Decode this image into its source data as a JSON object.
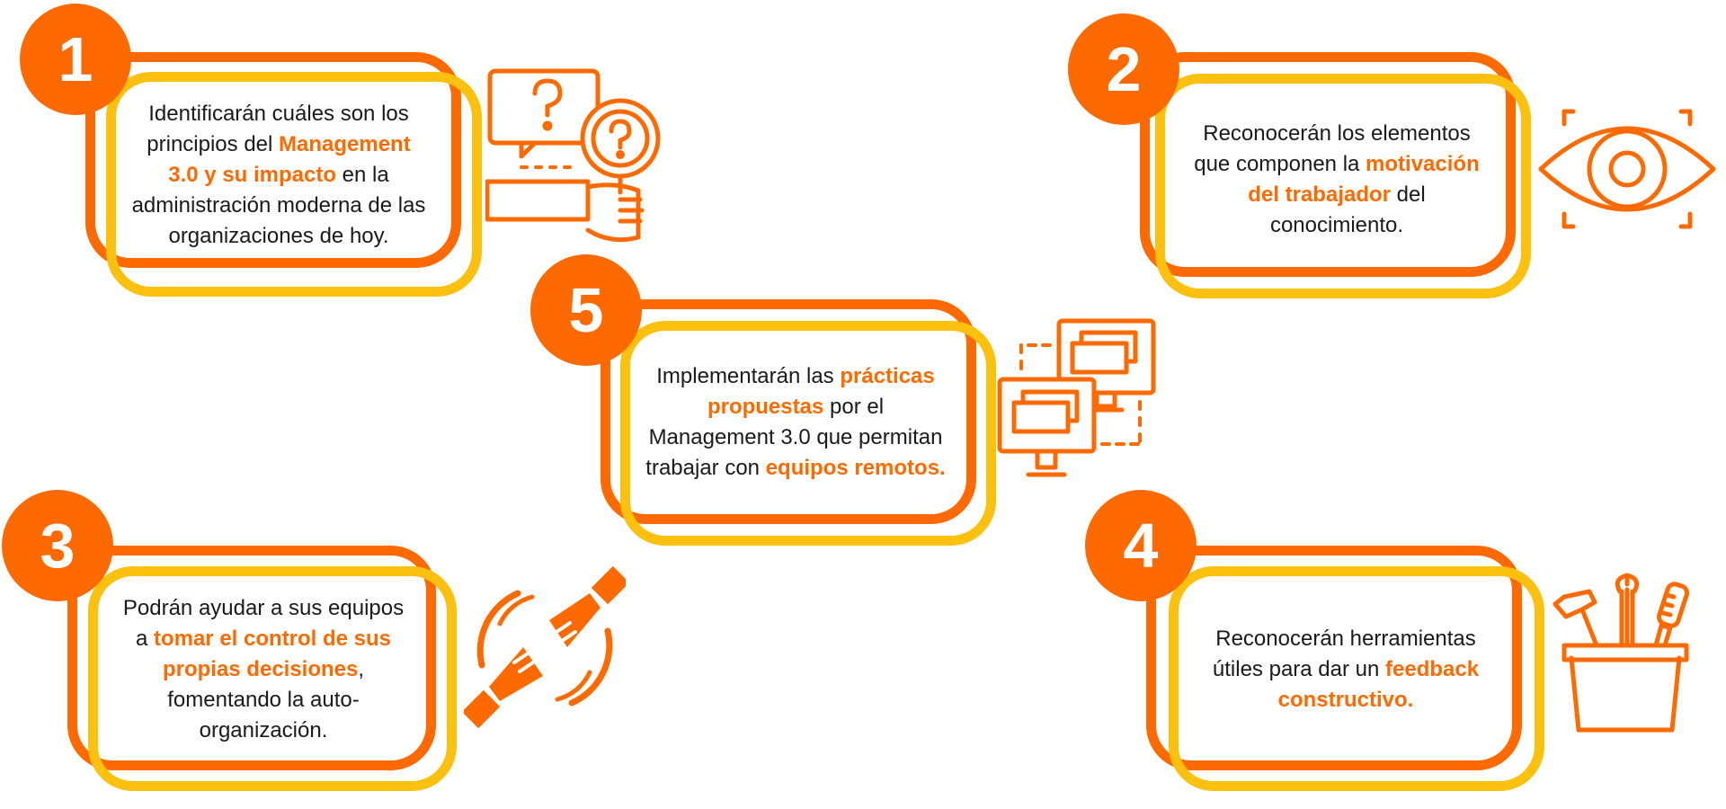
{
  "accent_color": "#ff6a00",
  "secondary_color": "#fcc10f",
  "steps": [
    {
      "number": "1",
      "icon": "question-magnifier-icon",
      "text": [
        {
          "t": "Identificarán cuáles son los principios del ",
          "hl": false
        },
        {
          "t": "Management 3.0 y su impacto",
          "hl": true
        },
        {
          "t": " en la administración moderna de las organizaciones de hoy.",
          "hl": false
        }
      ]
    },
    {
      "number": "2",
      "icon": "eye-icon",
      "text": [
        {
          "t": "Reconocerán los elementos que componen la ",
          "hl": false
        },
        {
          "t": "motivación del trabajador",
          "hl": true
        },
        {
          "t": " del conocimiento.",
          "hl": false
        }
      ]
    },
    {
      "number": "3",
      "icon": "handshake-icon",
      "text": [
        {
          "t": "Podrán ayudar a sus equipos a ",
          "hl": false
        },
        {
          "t": "tomar el control de sus propias decisiones",
          "hl": true
        },
        {
          "t": ", fomentando la auto-organización.",
          "hl": false
        }
      ]
    },
    {
      "number": "4",
      "icon": "tools-bucket-icon",
      "text": [
        {
          "t": "Reconocerán herramientas útiles para dar un ",
          "hl": false
        },
        {
          "t": "feedback constructivo.",
          "hl": true
        }
      ]
    },
    {
      "number": "5",
      "icon": "remote-computers-icon",
      "text": [
        {
          "t": "Implementarán las ",
          "hl": false
        },
        {
          "t": "prácticas propuestas",
          "hl": true
        },
        {
          "t": " por el Management 3.0 que permitan trabajar con ",
          "hl": false
        },
        {
          "t": "equipos remotos.",
          "hl": true
        }
      ]
    }
  ]
}
